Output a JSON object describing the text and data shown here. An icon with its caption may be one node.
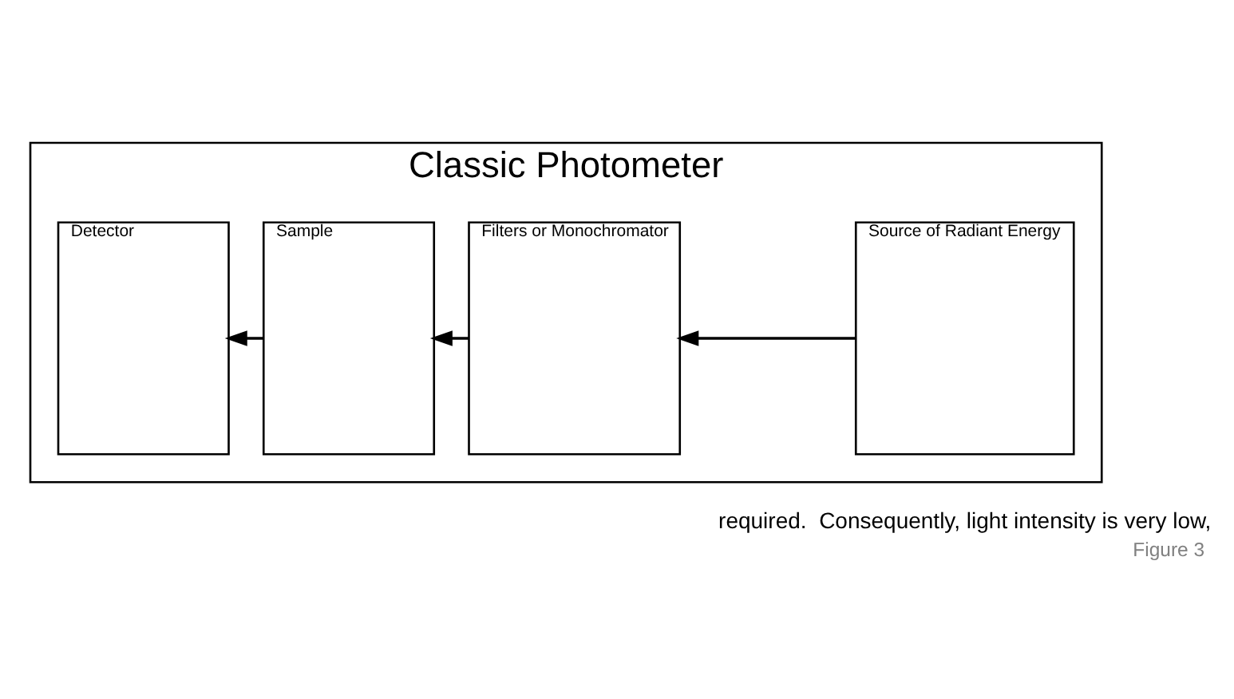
{
  "diagram": {
    "caption": "Figure 3",
    "nodes": [
      {
        "text": [
          "Classic Photometer"
        ]
      },
      {
        "text": [
          "Detector"
        ],
        "in": 0
      },
      {
        "text": [
          "Sample"
        ],
        "in": 0
      },
      {
        "text": [
          "Filters or Monochromator"
        ],
        "in": 0
      },
      {
        "text": [
          "Source of Radiant Energy"
        ],
        "in": 0
      }
    ],
    "edges": [
      {
        "from": 4,
        "to": 3,
        "arrow": "to"
      },
      {
        "from": 3,
        "to": 2,
        "arrow": "to"
      },
      {
        "from": 2,
        "to": 1,
        "arrow": "to"
      }
    ],
    "labels": [
      "required.  Consequently, light intensity is very low,"
    ]
  }
}
